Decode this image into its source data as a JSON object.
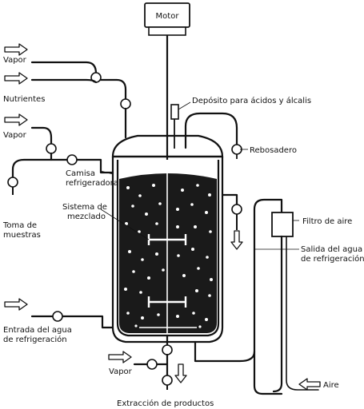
{
  "labels": {
    "motor": "Motor",
    "vapor_top": "Vapor",
    "nutrientes": "Nutrientes",
    "vapor_mid": "Vapor",
    "deposito": "Depósito para ácidos y álcalis",
    "rebosadero": "Rebosadero",
    "camisa_1": "Camisa",
    "camisa_2": "refrigeradora",
    "sistema_1": "Sistema de",
    "sistema_2": "mezclado",
    "toma_1": "Toma de",
    "toma_2": "muestras",
    "filtro": "Filtro de aire",
    "salida_1": "Salida del agua",
    "salida_2": "de refrigeración",
    "entrada_1": "Entrada del agua",
    "entrada_2": "de refrigeración",
    "vapor_bottom": "Vapor",
    "aire": "Aire",
    "extraccion": "Extracción de productos"
  },
  "colors": {
    "ink": "#111111",
    "culture": "#1a1a1a",
    "bubble": "#ffffff",
    "background": "#ffffff"
  }
}
